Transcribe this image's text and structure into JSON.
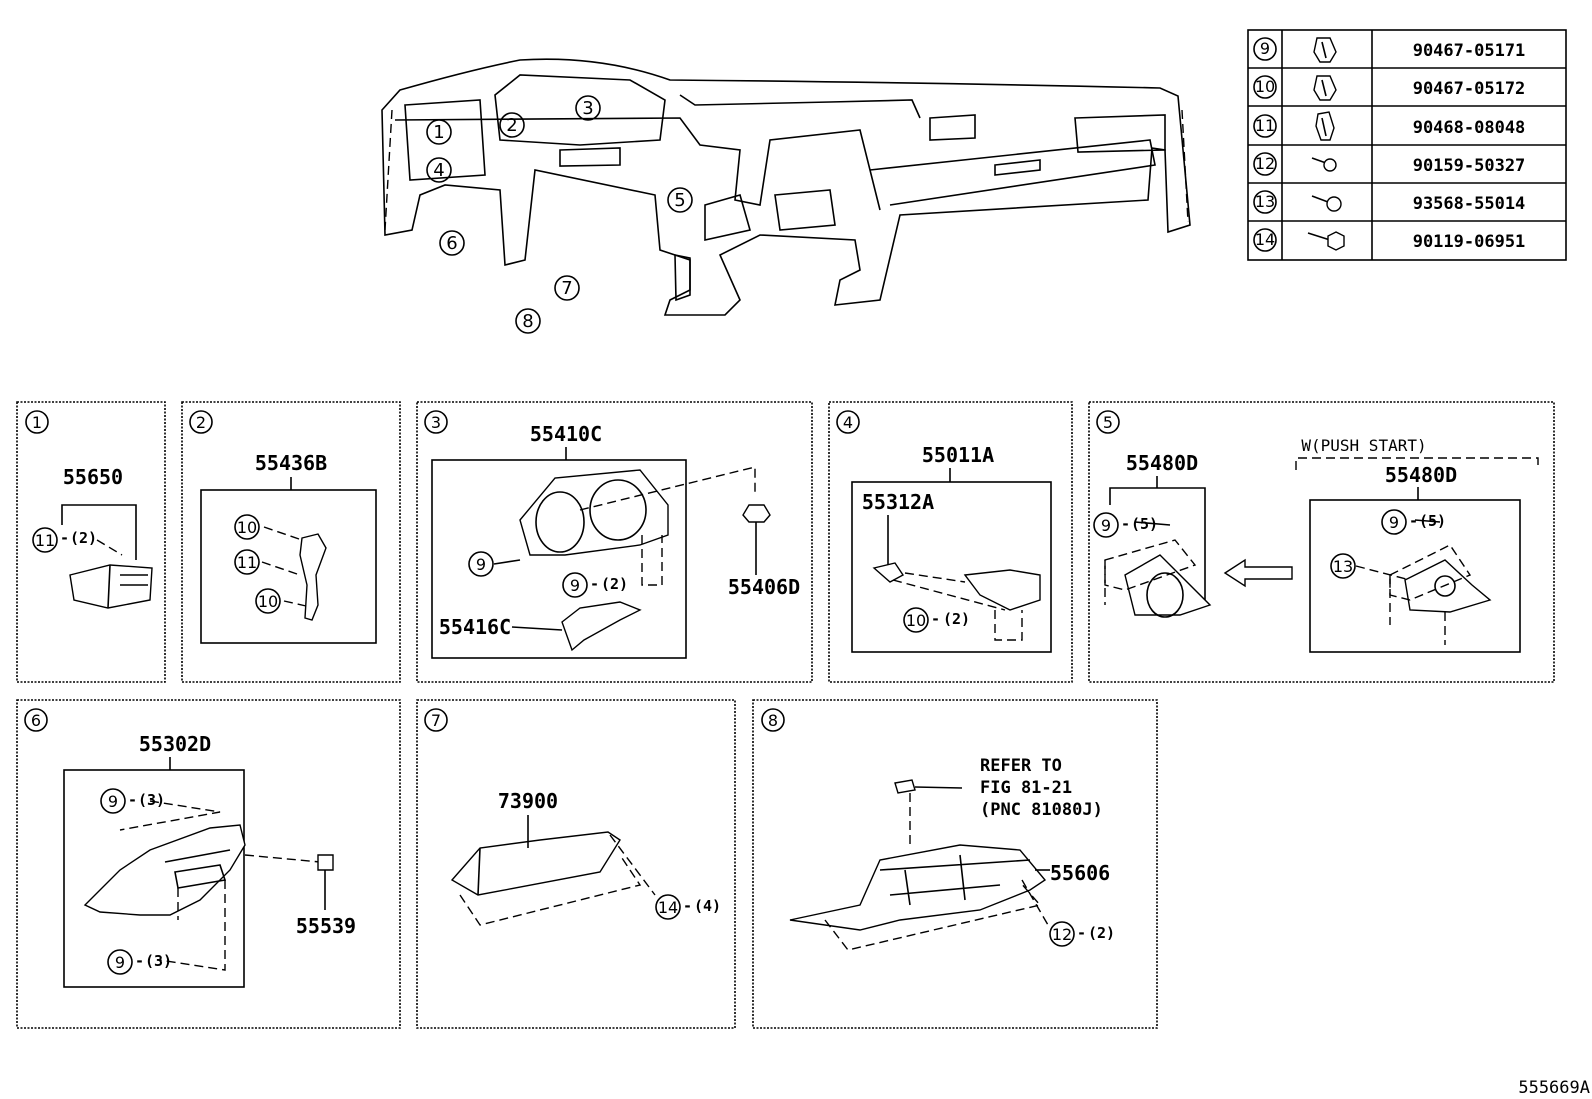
{
  "fastener_table": [
    {
      "callout": "9",
      "part_number": "90467-05171",
      "icon": "clip-icon"
    },
    {
      "callout": "10",
      "part_number": "90467-05172",
      "icon": "clip-icon"
    },
    {
      "callout": "11",
      "part_number": "90468-08048",
      "icon": "clip-icon"
    },
    {
      "callout": "12",
      "part_number": "90159-50327",
      "icon": "screw-icon"
    },
    {
      "callout": "13",
      "part_number": "93568-55014",
      "icon": "bolt-icon"
    },
    {
      "callout": "14",
      "part_number": "90119-06951",
      "icon": "bolt-icon"
    }
  ],
  "overview_callouts": [
    "1",
    "2",
    "3",
    "4",
    "5",
    "6",
    "7",
    "8"
  ],
  "panels": {
    "p1": {
      "index": "1",
      "part": "55650",
      "c11": "11",
      "qty11": "(2)"
    },
    "p2": {
      "index": "2",
      "part": "55436B",
      "c10a": "10",
      "c11": "11",
      "c10b": "10"
    },
    "p3": {
      "index": "3",
      "part_main": "55410C",
      "part_lower": "55416C",
      "part_clip": "55406D",
      "c9a": "9",
      "c9b": "9",
      "qty9b": "(2)"
    },
    "p4": {
      "index": "4",
      "part_main": "55011A",
      "part_sub": "55312A",
      "c10": "10",
      "qty10": "(2)"
    },
    "p5": {
      "index": "5",
      "part_a": "55480D",
      "part_b": "55480D",
      "variant": "W(PUSH START)",
      "c9a": "9",
      "qty9a": "(5)",
      "c9b": "9",
      "qty9b": "(5)",
      "c13": "13",
      "arrow_icon": "arrow-left-icon"
    },
    "p6": {
      "index": "6",
      "part_main": "55302D",
      "part_side": "55539",
      "c9a": "9",
      "qty9a": "(3)",
      "c9b": "9",
      "qty9b": "(3)"
    },
    "p7": {
      "index": "7",
      "part": "73900",
      "c14": "14",
      "qty14": "(4)"
    },
    "p8": {
      "index": "8",
      "part": "55606",
      "refer_1": "REFER TO",
      "refer_2": "FIG 81-21",
      "refer_3": "(PNC 81080J)",
      "c12": "12",
      "qty12": "(2)"
    }
  },
  "figure_id": "555669A"
}
